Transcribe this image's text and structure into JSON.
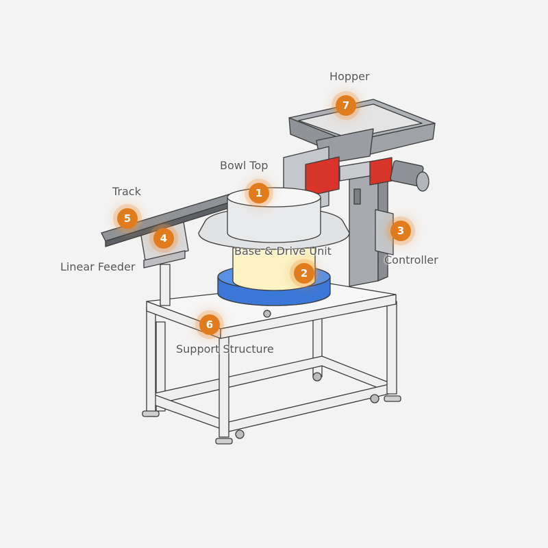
{
  "parts": [
    {
      "number": "1",
      "label": "Bowl Top"
    },
    {
      "number": "2",
      "label": "Base & Drive Unit"
    },
    {
      "number": "3",
      "label": "Controller"
    },
    {
      "number": "4",
      "label": "Linear Feeder"
    },
    {
      "number": "5",
      "label": "Track"
    },
    {
      "number": "6",
      "label": "Support Structure"
    },
    {
      "number": "7",
      "label": "Hopper"
    }
  ],
  "colors": {
    "background": "#f3f3f3",
    "callout": "#e07c1e",
    "frame": "#eeeeee",
    "steel": "#9a9da3",
    "base_blue": "#3b78d8",
    "drive_yellow": "#fbf3c4",
    "bracket_red": "#d8342a"
  }
}
